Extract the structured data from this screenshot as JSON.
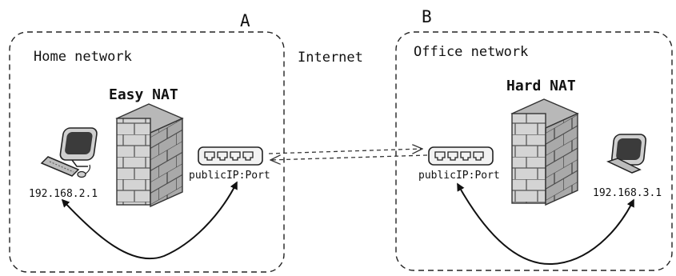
{
  "diagram": {
    "left": {
      "letter": "A",
      "network_label": "Home network",
      "nat_label": "Easy NAT",
      "ip_label": "192.168.2.1",
      "port_label": "publicIP:Port"
    },
    "middle": {
      "label": "Internet"
    },
    "right": {
      "letter": "B",
      "network_label": "Office network",
      "nat_label": "Hard NAT",
      "ip_label": "192.168.3.1",
      "port_label": "publicIP:Port"
    }
  }
}
